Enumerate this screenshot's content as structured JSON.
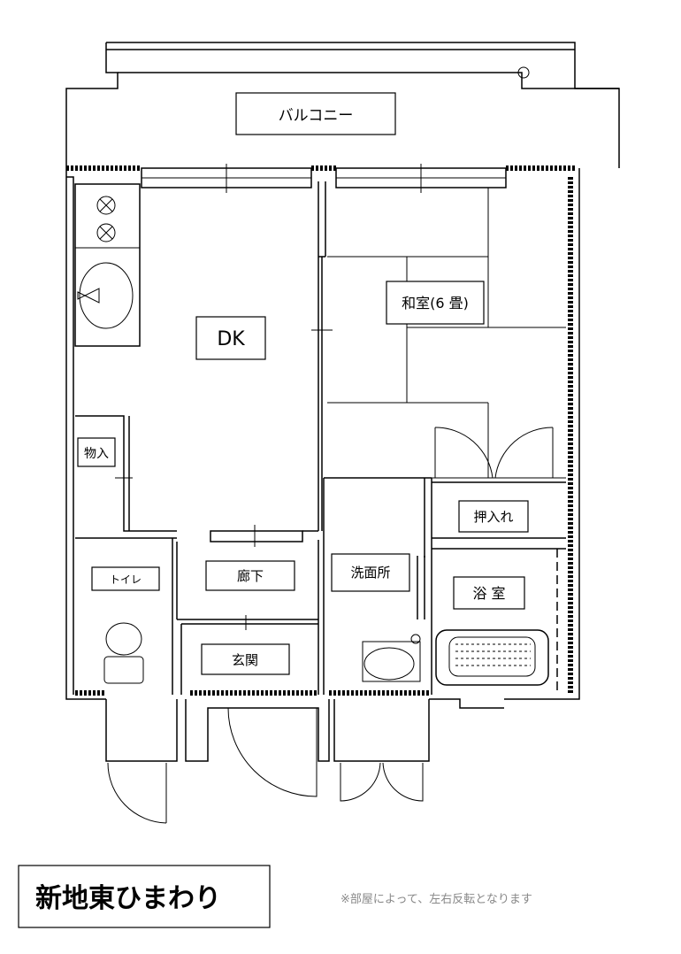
{
  "rooms": {
    "balcony": "バルコニー",
    "dk": "DK",
    "washitsu": "和室(6 畳)",
    "storage": "物入",
    "oshiire": "押入れ",
    "toilet": "トイレ",
    "hallway": "廊下",
    "washroom": "洗面所",
    "bathroom": "浴 室",
    "entrance": "玄関"
  },
  "title": "新地東ひまわり",
  "note": "※部屋によって、左右反転となります"
}
